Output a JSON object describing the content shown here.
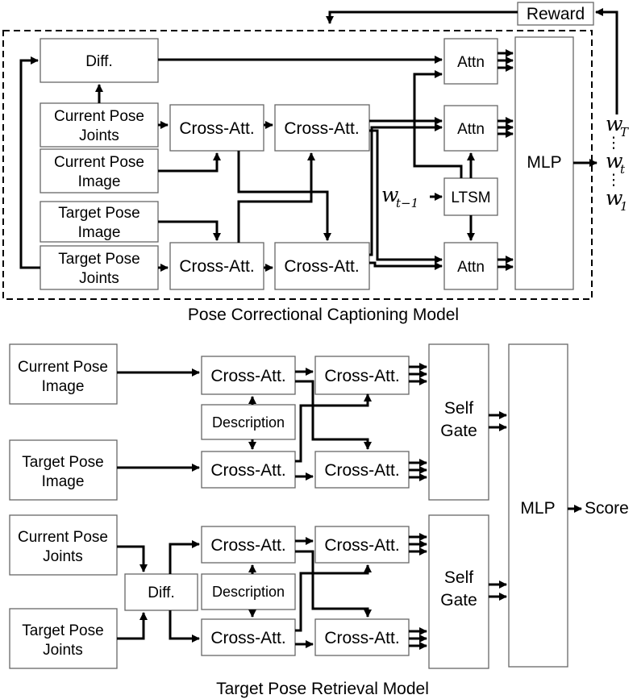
{
  "colors": {
    "line": "#000000",
    "box_border": "#666666",
    "background": "#ffffff"
  },
  "captioning": {
    "caption": "Pose Correctional Captioning Model",
    "reward": "Reward",
    "diff": "Diff.",
    "current_pose_joints": [
      "Current Pose",
      "Joints"
    ],
    "current_pose_image": [
      "Current Pose",
      "Image"
    ],
    "target_pose_image": [
      "Target Pose",
      "Image"
    ],
    "target_pose_joints": [
      "Target Pose",
      "Joints"
    ],
    "cross_att": "Cross-Att.",
    "attn": "Attn",
    "lstm": "LTSM",
    "mlp": "MLP",
    "input_word": {
      "base": "w",
      "sub": "t−1"
    },
    "outputs": [
      {
        "base": "w",
        "sub": "T"
      },
      {
        "base": "w",
        "sub": "t"
      },
      {
        "base": "w",
        "sub": "1"
      }
    ],
    "ellipsis": "⋮"
  },
  "retrieval": {
    "caption": "Target Pose Retrieval Model",
    "current_pose_image": [
      "Current Pose",
      "Image"
    ],
    "target_pose_image": [
      "Target Pose",
      "Image"
    ],
    "current_pose_joints": [
      "Current Pose",
      "Joints"
    ],
    "target_pose_joints": [
      "Target Pose",
      "Joints"
    ],
    "cross_att": "Cross-Att.",
    "description": "Description",
    "diff": "Diff.",
    "self_gate": [
      "Self",
      "Gate"
    ],
    "mlp": "MLP",
    "score": "Score"
  }
}
